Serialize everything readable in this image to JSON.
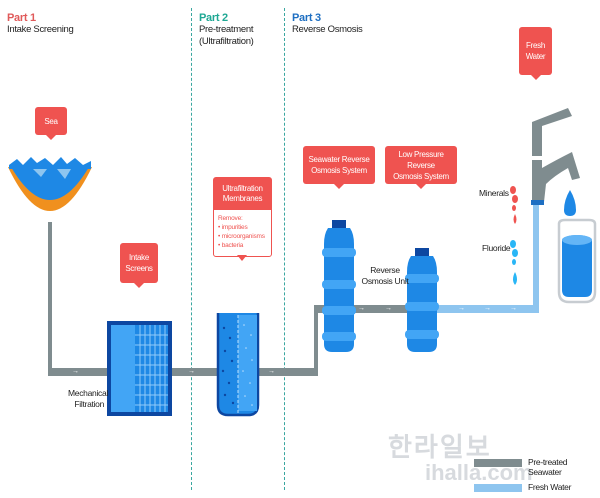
{
  "parts": [
    {
      "number": "Part 1",
      "title_lines": [
        "Intake Screening"
      ],
      "color": "#e05a5a"
    },
    {
      "number": "Part 2",
      "title_lines": [
        "Pre-treatment",
        "(Ultrafiltration)"
      ],
      "color": "#1fa894"
    },
    {
      "number": "Part 3",
      "title_lines": [
        "Reverse Osmosis"
      ],
      "color": "#1e6fc2"
    }
  ],
  "tags": {
    "sea": "Sea",
    "intake_screens": [
      "Intake",
      "Screens"
    ],
    "seawater_ro": [
      "Seawater Reverse",
      "Osmosis System"
    ],
    "low_pressure_ro": [
      "Low Pressure Reverse",
      "Osmosis System"
    ],
    "fresh_water": [
      "Fresh",
      "Water"
    ]
  },
  "uf_card": {
    "title_lines": [
      "Ultrafiltration",
      "Membranes"
    ],
    "intro": "Remove:",
    "items": [
      "impurities",
      "microorganisms",
      "bacteria"
    ]
  },
  "labels": {
    "mechanical_filtration": [
      "Mechanical",
      "Filtration"
    ],
    "ro_unit": [
      "Reverse",
      "Osmosis Unit"
    ],
    "minerals": "Minerals",
    "fluoride": "Fluoride"
  },
  "legend": [
    {
      "label": "Pre-treated Seawater",
      "color": "#7f8c8f"
    },
    {
      "label": "Fresh Water",
      "color": "#8ec5ef"
    }
  ],
  "watermark": {
    "line1": "한라일보",
    "line2": "ihalla.com"
  },
  "colors": {
    "tag_red": "#ef5350",
    "water_blue": "#1e88e5",
    "pipe_gray": "#7f8c8f",
    "fresh_blue": "#8ec5ef",
    "divider_teal": "#3aa7a0",
    "sand_orange": "#f0901e"
  }
}
